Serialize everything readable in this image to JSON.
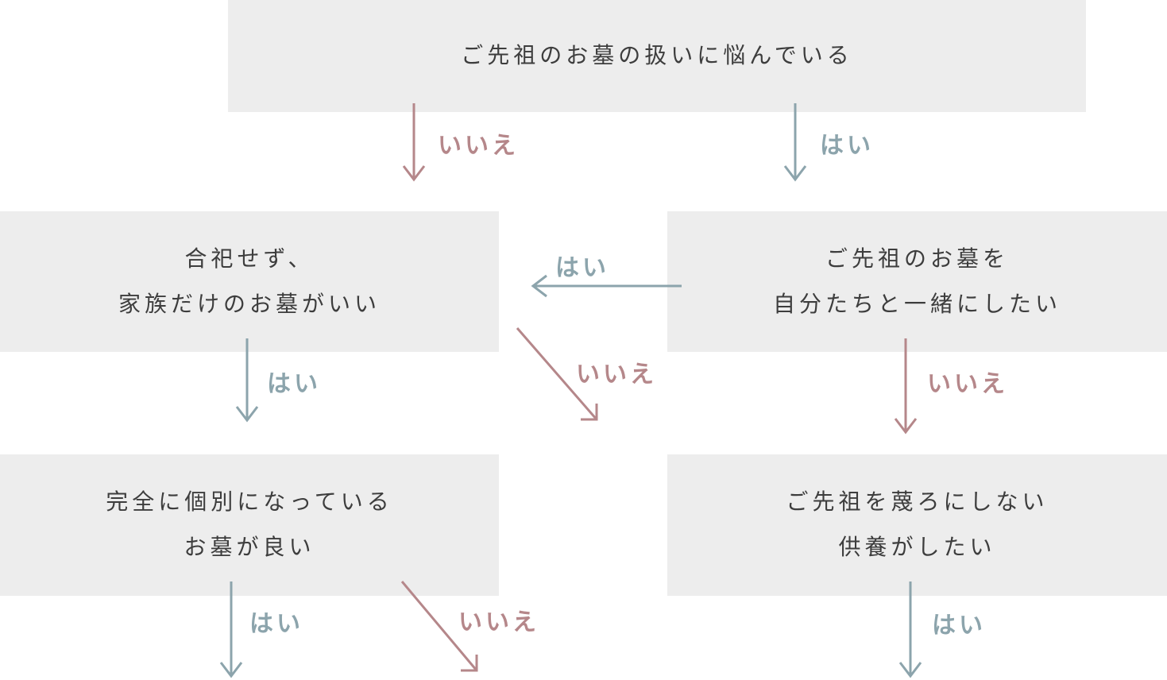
{
  "flowchart": {
    "colors": {
      "yes_accent": "#8ca4ac",
      "no_accent": "#b5878a",
      "node_background": "#ededed",
      "node_text": "#3d3d3d"
    },
    "nodes": {
      "start": {
        "line1": "ご先祖のお墓の扱いに悩んでいる"
      },
      "family_only": {
        "line1": "合祀せず、",
        "line2": "家族だけのお墓がいい"
      },
      "together": {
        "line1": "ご先祖のお墓を",
        "line2": "自分たちと一緒にしたい"
      },
      "individual": {
        "line1": "完全に個別になっている",
        "line2": "お墓が良い"
      },
      "memorial": {
        "line1": "ご先祖を蔑ろにしない",
        "line2": "供養がしたい"
      }
    },
    "edges": [
      {
        "id": "start-no-down-left",
        "answer": "no",
        "label": "いいえ"
      },
      {
        "id": "start-yes-down-right",
        "answer": "yes",
        "label": "はい"
      },
      {
        "id": "together-yes-to-family",
        "answer": "yes",
        "label": "はい"
      },
      {
        "id": "together-no-diagonal",
        "answer": "no",
        "label": "いいえ"
      },
      {
        "id": "family-yes-down",
        "answer": "yes",
        "label": "はい"
      },
      {
        "id": "together-no-down",
        "answer": "no",
        "label": "いいえ"
      },
      {
        "id": "individual-yes-down",
        "answer": "yes",
        "label": "はい"
      },
      {
        "id": "individual-no-diagonal",
        "answer": "no",
        "label": "いいえ"
      },
      {
        "id": "memorial-yes-down",
        "answer": "yes",
        "label": "はい"
      }
    ]
  }
}
